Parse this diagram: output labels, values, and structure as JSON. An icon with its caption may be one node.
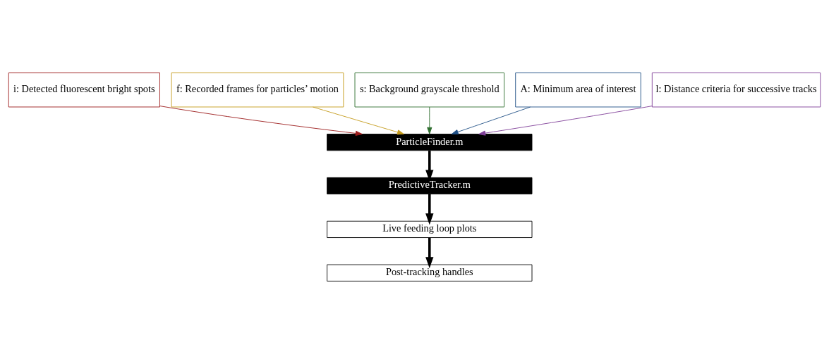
{
  "diagram": {
    "nodes": [
      {
        "text": [
          "i: Detected fluorescent bright spots"
        ]
      },
      {
        "text": [
          "f: Recorded frames for particles’ motion"
        ]
      },
      {
        "text": [
          "s: Background grayscale threshold"
        ]
      },
      {
        "text": [
          "A: Minimum area of interest"
        ]
      },
      {
        "text": [
          "l: Distance criteria for successive tracks"
        ]
      },
      {
        "text": [
          "ParticleFinder.m"
        ]
      },
      {
        "text": [
          "PredictiveTracker.m"
        ]
      },
      {
        "text": [
          "Live feeding loop plots"
        ]
      },
      {
        "text": [
          "Post-tracking handles"
        ]
      }
    ],
    "edges": [
      {
        "from": 0,
        "to": 5,
        "arrow": "to",
        "color": "#9b1b1b"
      },
      {
        "from": 1,
        "to": 5,
        "arrow": "to",
        "color": "#c49a1a"
      },
      {
        "from": 2,
        "to": 5,
        "arrow": "to",
        "color": "#2e6e2e"
      },
      {
        "from": 3,
        "to": 5,
        "arrow": "to",
        "color": "#1f4f85"
      },
      {
        "from": 4,
        "to": 5,
        "arrow": "to",
        "color": "#7f3f98"
      },
      {
        "from": 5,
        "to": 6,
        "arrow": "to",
        "style": "thick"
      },
      {
        "from": 6,
        "to": 7,
        "arrow": "to",
        "style": "thick"
      },
      {
        "from": 7,
        "to": 8,
        "arrow": "to",
        "style": "thick"
      }
    ]
  }
}
